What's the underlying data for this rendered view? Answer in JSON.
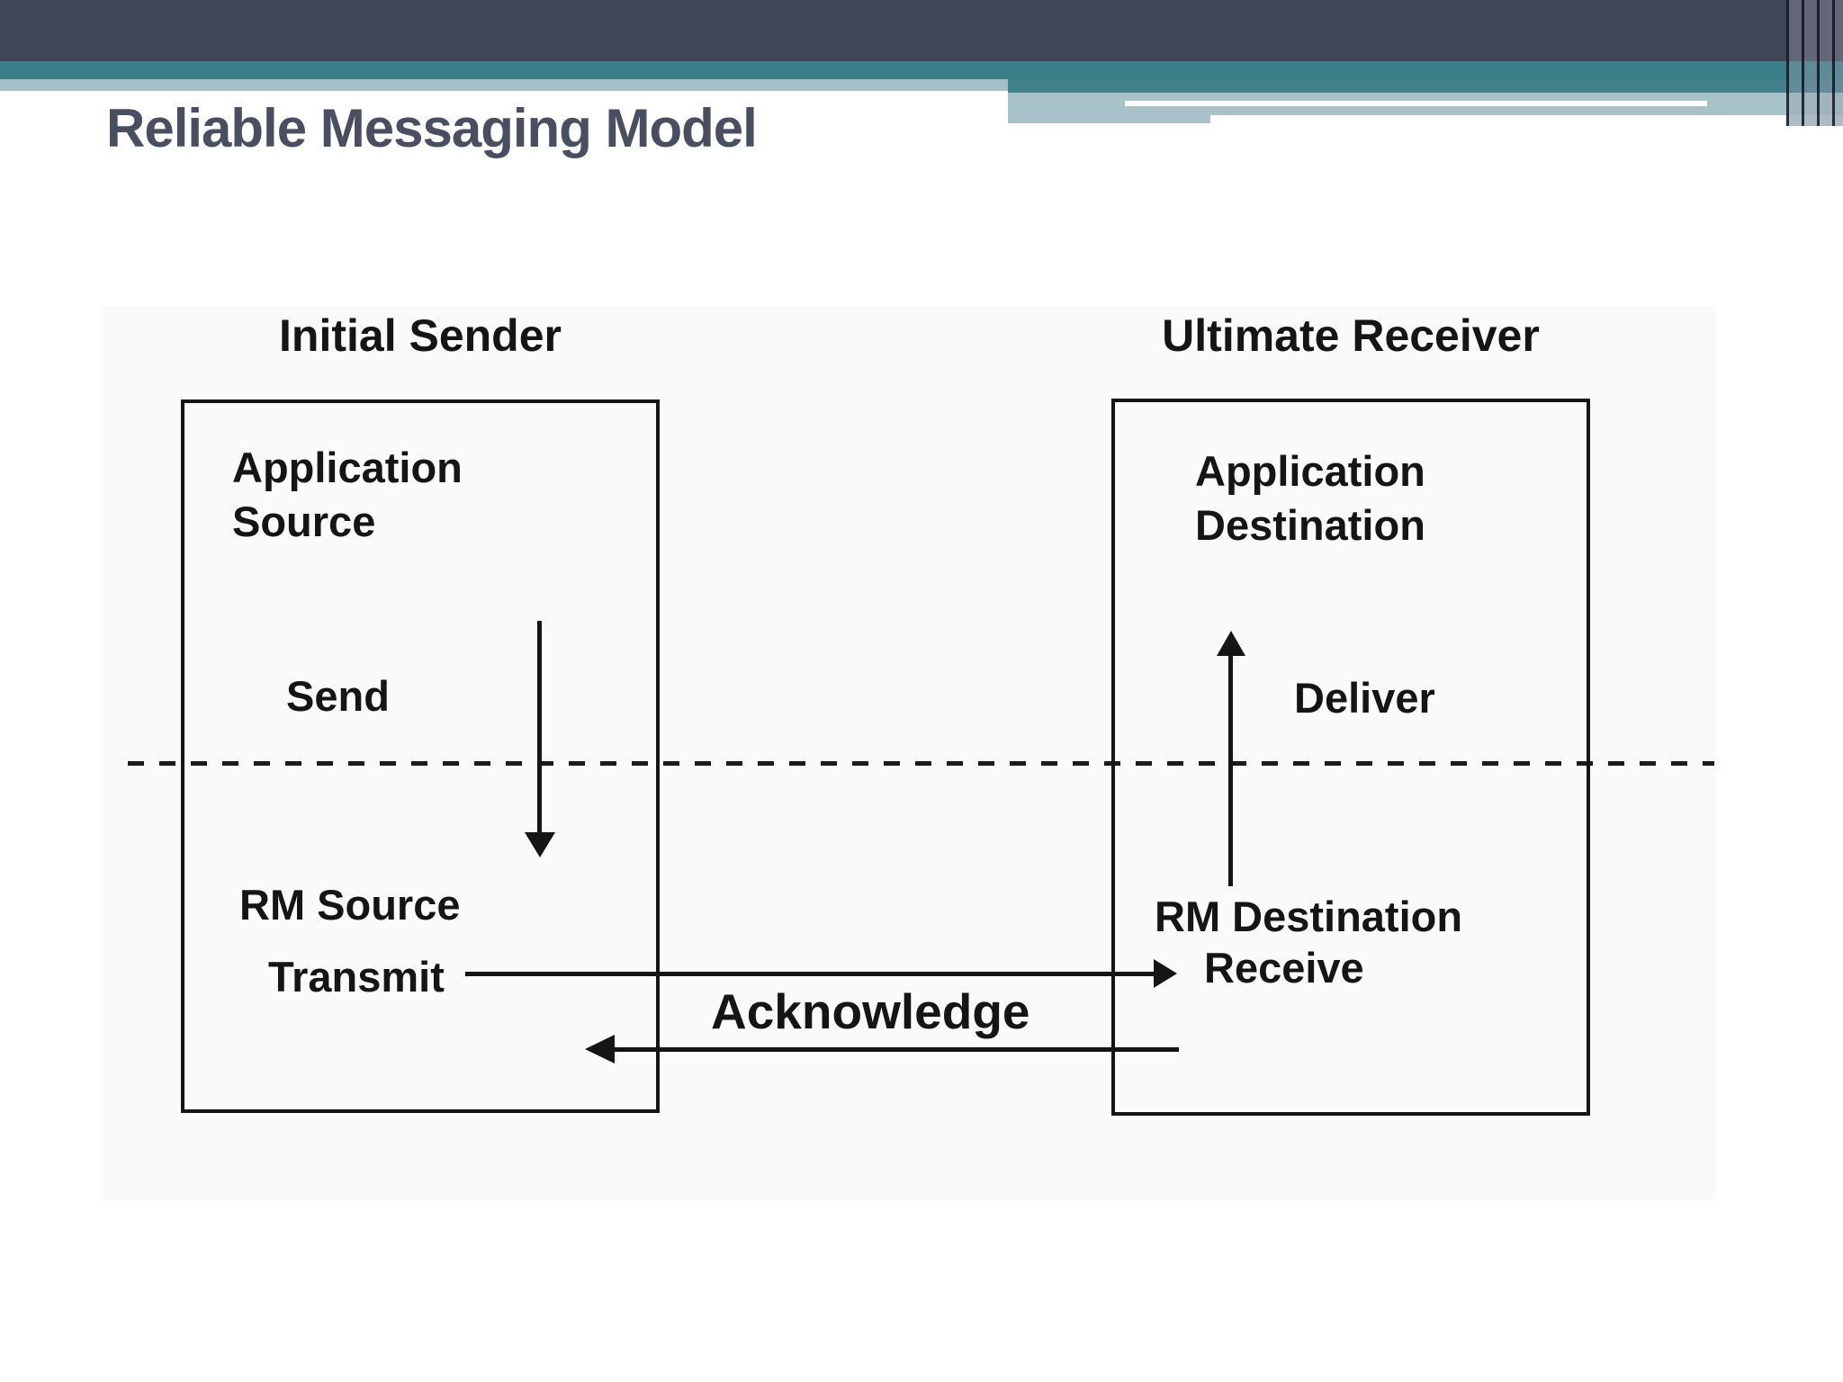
{
  "slide": {
    "title": "Reliable Messaging Model"
  },
  "theme": {
    "header_dark_bar": "#414656",
    "header_teal_bar": "#3c7e87",
    "header_light_bar": "#a3bfc7",
    "title_text": "#4a4e61",
    "diagram_ink": "#151515"
  },
  "diagram": {
    "sender": {
      "header": "Initial Sender",
      "app_line1": "Application",
      "app_line2": "Source",
      "action_label": "Send",
      "rm_label": "RM Source",
      "port_label": "Transmit"
    },
    "receiver": {
      "header": "Ultimate Receiver",
      "app_line1": "Application",
      "app_line2": "Destination",
      "action_label": "Deliver",
      "rm_label": "RM Destination",
      "port_label": "Receive"
    },
    "ack_label": "Acknowledge"
  }
}
